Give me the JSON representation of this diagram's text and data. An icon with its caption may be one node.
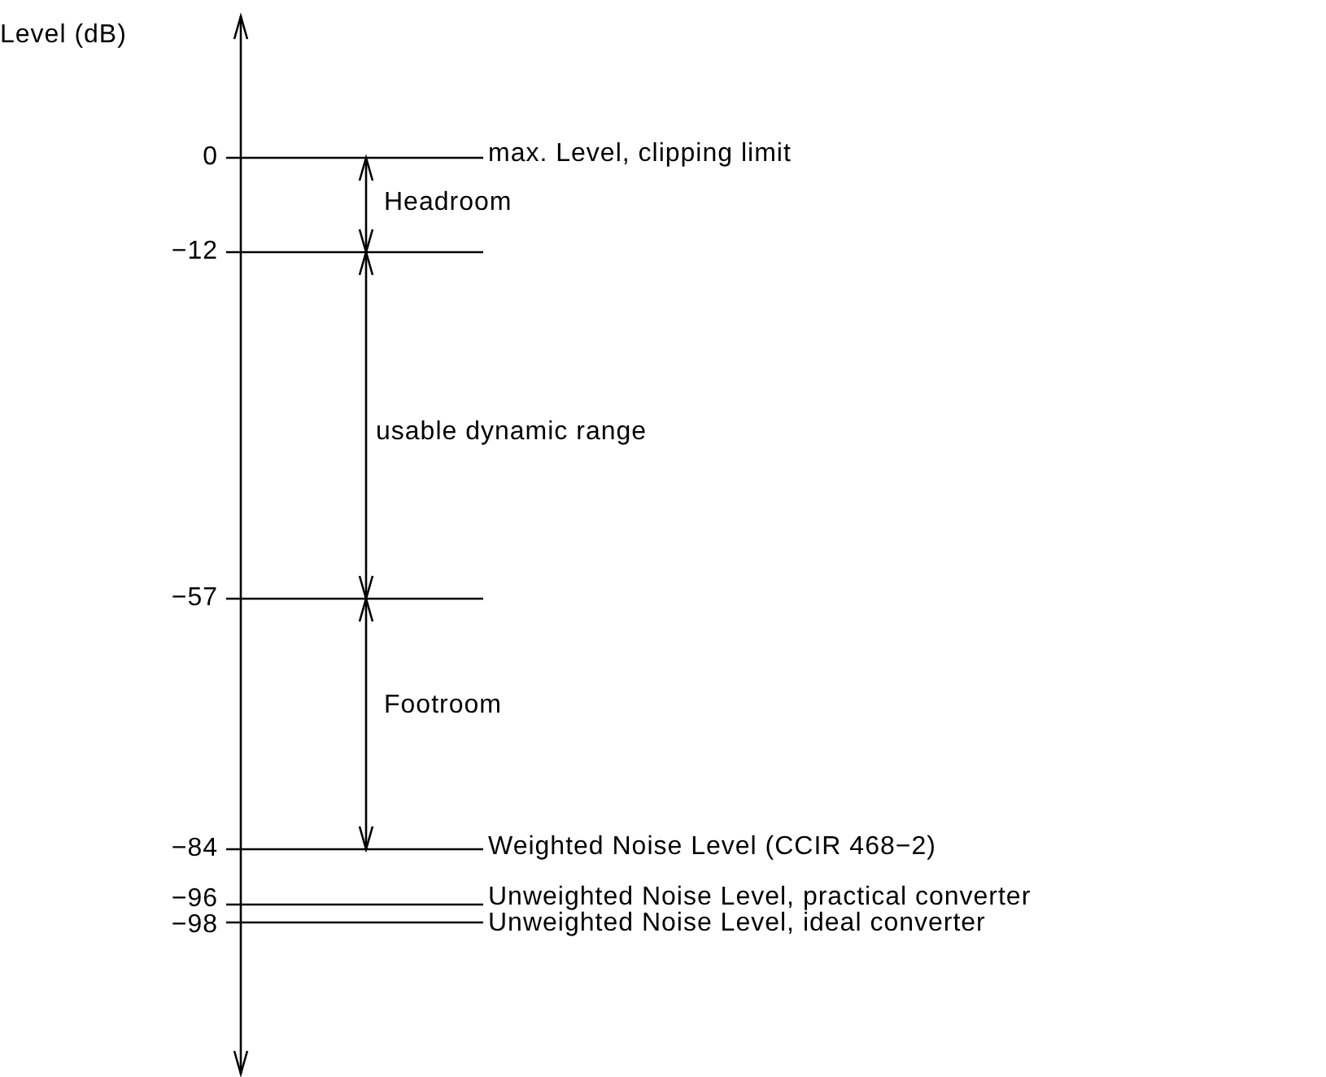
{
  "diagram": {
    "labels": [
      "Level (dB)",
      "0",
      "max. Level, clipping limit",
      "Headroom",
      "−12",
      "usable dynamic range",
      "−57",
      "Footroom",
      "−84",
      "Weighted Noise Level (CCIR 468−2)",
      "−96",
      "Unweighted Noise Level, practical converter",
      "−98",
      "Unweighted Noise Level, ideal converter"
    ]
  }
}
